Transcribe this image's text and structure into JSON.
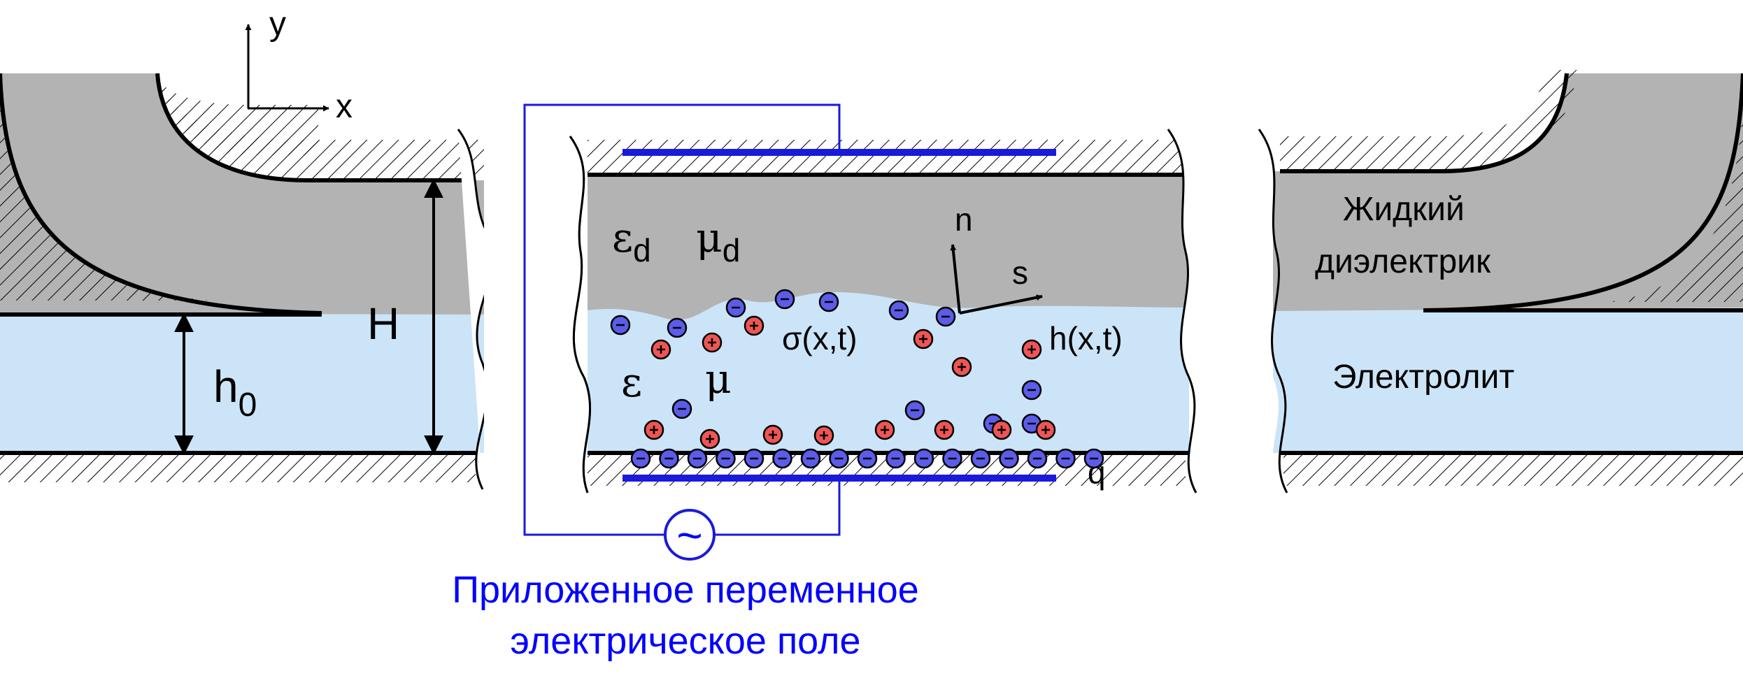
{
  "axes": {
    "x": "x",
    "y": "y"
  },
  "left_panel": {
    "H": "H",
    "h0_base": "h",
    "h0_sub": "0"
  },
  "center_panel": {
    "eps_d_base": "ε",
    "eps_d_sub": "d",
    "mu_d_base": "μ",
    "mu_d_sub": "d",
    "eps": "ε",
    "mu": "μ",
    "sigma": "σ(x,t)",
    "h": "h(x,t)",
    "n": "n",
    "s": "s",
    "q": "q"
  },
  "right_panel": {
    "dielectric_line1": "Жидкий",
    "dielectric_line2": "диэлектрик",
    "electrolyte": "Электролит"
  },
  "field_caption": {
    "line1": "Приложенное переменное",
    "line2": "электрическое поле",
    "source_symbol": "~"
  },
  "colors": {
    "dielectric": "#b3b3b3",
    "electrolyte": "#cce4f7",
    "electrode": "#1a1adb",
    "caption": "#0000ff",
    "neg_ion": "#5c5ce8",
    "pos_ion": "#ef5555"
  }
}
